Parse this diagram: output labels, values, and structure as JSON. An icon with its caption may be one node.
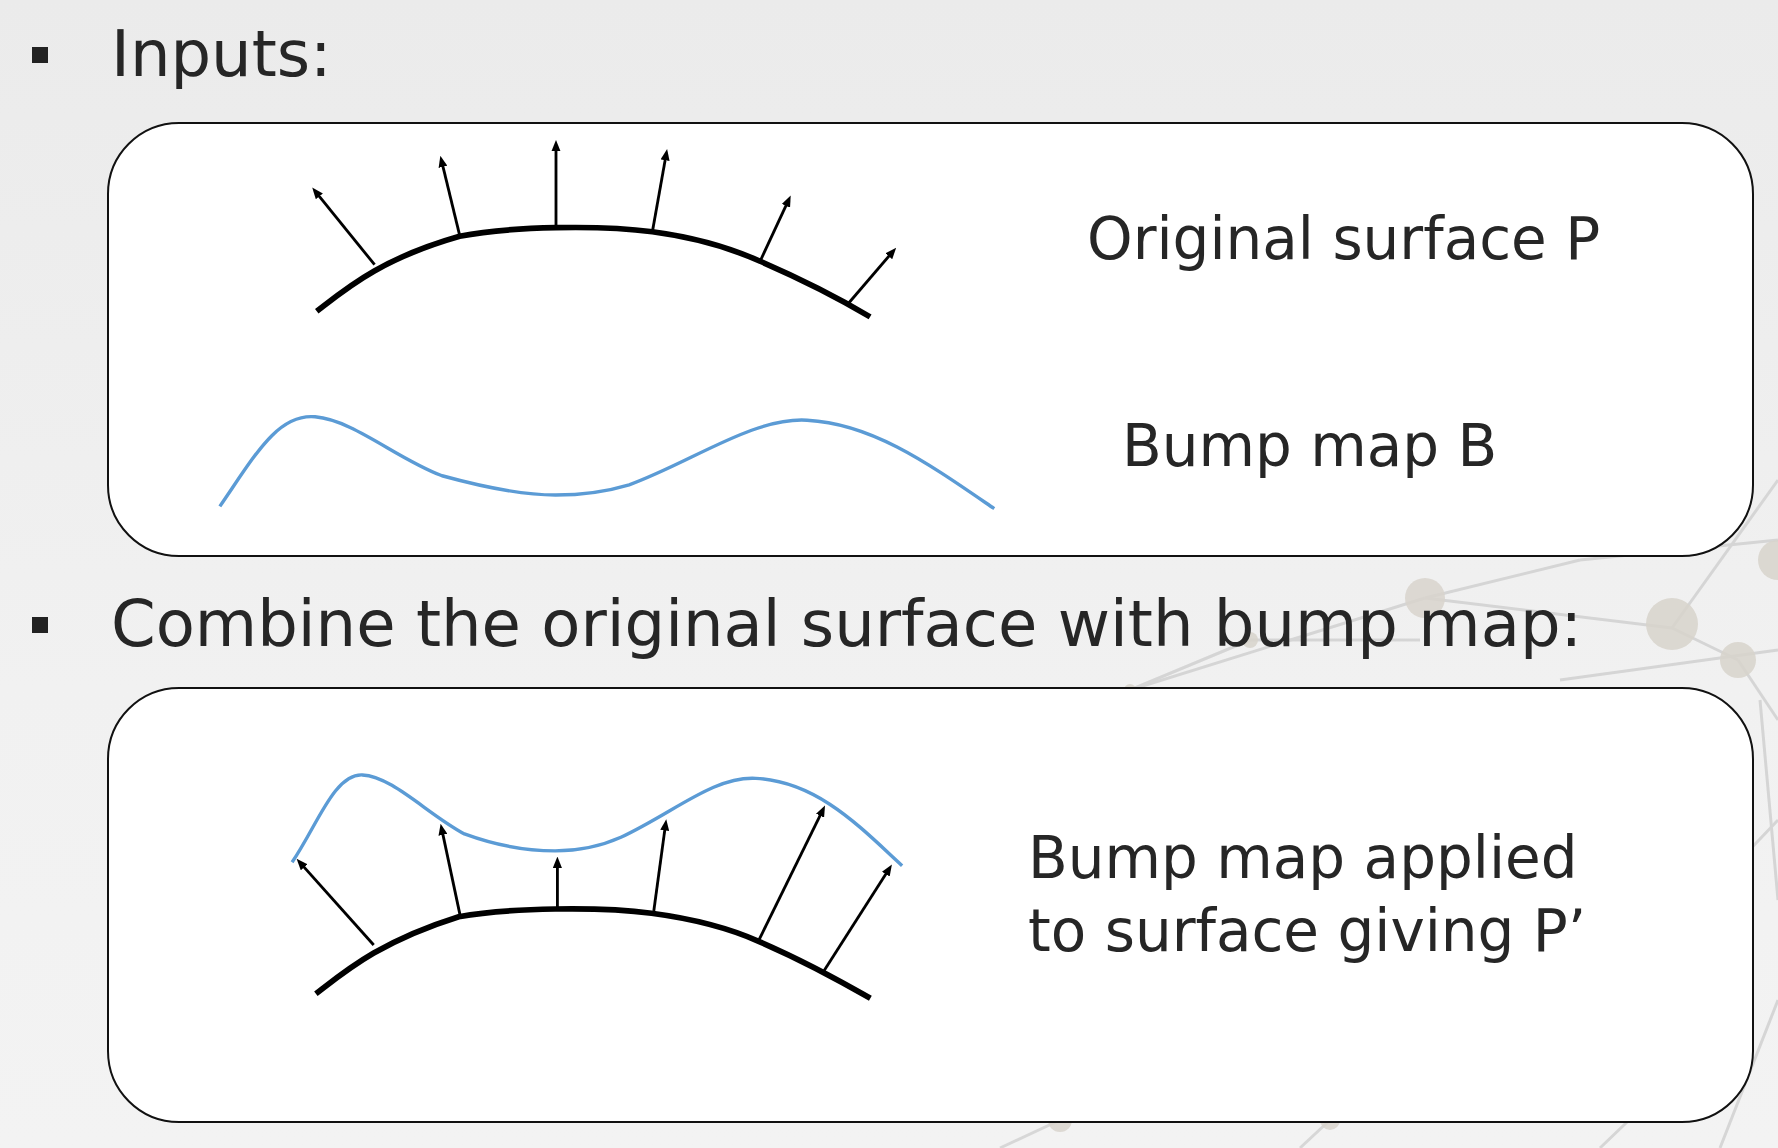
{
  "diagram": {
    "nodes": [
      {
        "text": [
          "Original surface P",
          "Bump map B"
        ]
      },
      {
        "text": [
          "Bump map applied to surface giving P’"
        ]
      }
    ],
    "labels": [
      "Inputs:",
      "Combine the original surface with bump map:"
    ]
  }
}
